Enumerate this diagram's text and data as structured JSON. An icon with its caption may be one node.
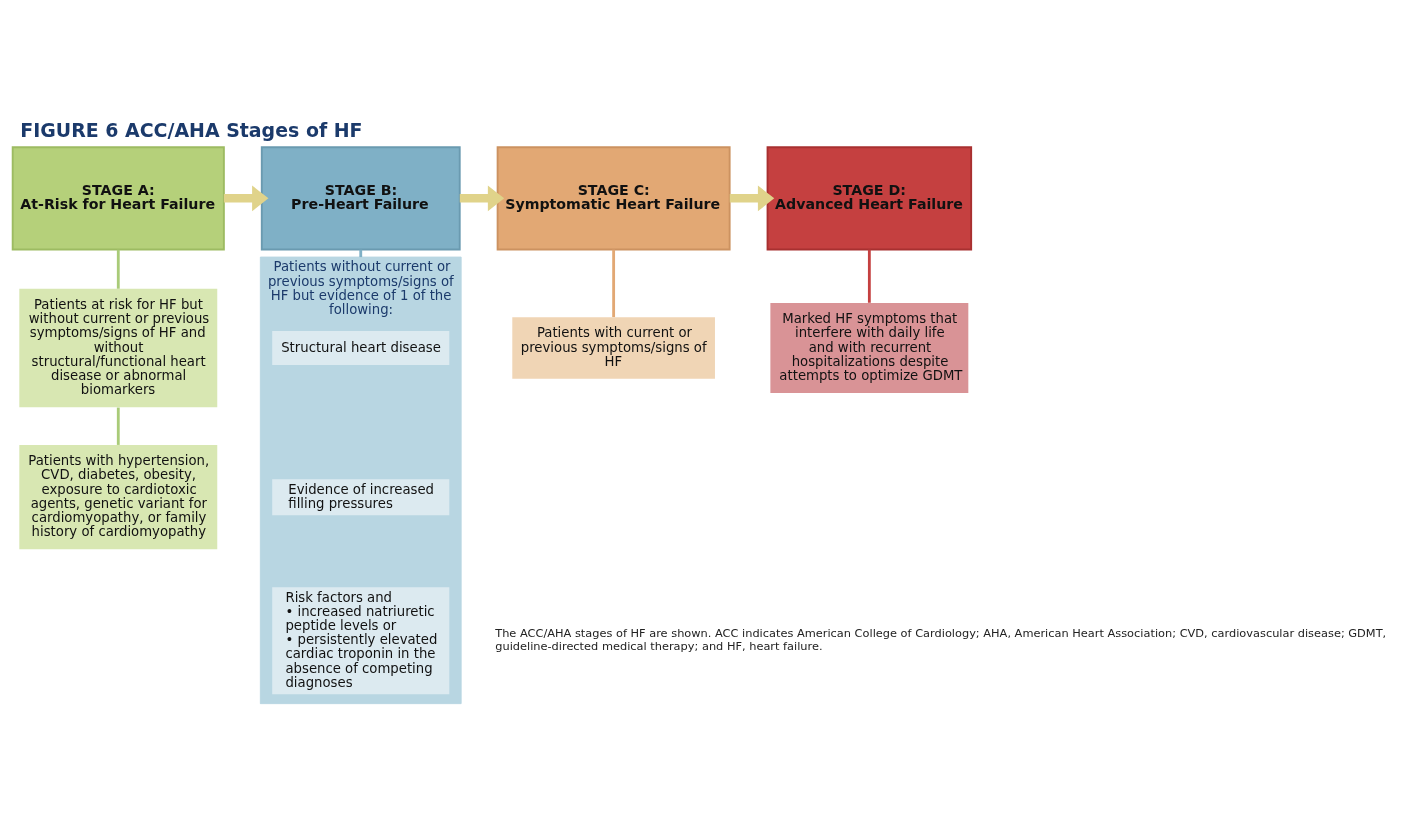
{
  "diagram": {
    "title": "FIGURE 6 ACC/AHA Stages of HF",
    "caption": "The ACC/AHA stages of HF are shown. ACC indicates American College of Cardiology; AHA, American Heart Association; CVD, cardiovascular disease; GDMT, guideline-directed medical therapy; and HF, heart failure.",
    "nodes": [
      {
        "text": [
          "STAGE A:",
          "At-Risk for Heart Failure"
        ]
      },
      {
        "text": [
          "Patients at risk for HF but without current or previous symptoms/signs of HF and without structural/functional heart disease or abnormal biomarkers"
        ]
      },
      {
        "text": [
          "Patients with hypertension, CVD, diabetes, obesity, exposure to cardiotoxic agents, genetic variant for cardiomyopathy, or family history of cardiomyopathy"
        ]
      },
      {
        "text": [
          "STAGE B:",
          "Pre-Heart Failure"
        ]
      },
      {
        "text": [
          "Patients without current or previous symptoms/signs of HF but evidence of 1 of the following:"
        ]
      },
      {
        "text": [
          "Structural heart disease"
        ],
        "in": 4
      },
      {
        "text": [
          "Evidence of increased filling pressures"
        ],
        "in": 4
      },
      {
        "text": [
          "Risk factors and • increased natriuretic peptide levels or • persistently elevated cardiac troponin in the absence of competing diagnoses"
        ],
        "in": 4
      },
      {
        "text": [
          "STAGE C:",
          "Symptomatic Heart Failure"
        ]
      },
      {
        "text": [
          "Patients with current or previous symptoms/signs of HF"
        ]
      },
      {
        "text": [
          "STAGE D:",
          "Advanced Heart Failure"
        ]
      },
      {
        "text": [
          "Marked HF symptoms that interfere with daily life and with recurrent hospitalizations despite attempts to optimize GDMT"
        ]
      }
    ],
    "edges": [
      {
        "from": 0,
        "to": 1,
        "arrow": "none",
        "color": "#a9cb78"
      },
      {
        "from": 1,
        "to": 2,
        "arrow": "none",
        "color": "#a9cb78"
      },
      {
        "from": 0,
        "to": 3,
        "arrow": "to",
        "style": "thick",
        "color": "#e0d38a"
      },
      {
        "from": 3,
        "to": 4,
        "arrow": "none",
        "color": "#7fb0c6"
      },
      {
        "from": 3,
        "to": 8,
        "arrow": "to",
        "style": "thick",
        "color": "#e0d38a"
      },
      {
        "from": 8,
        "to": 9,
        "arrow": "none",
        "color": "#e2a874"
      },
      {
        "from": 8,
        "to": 10,
        "arrow": "to",
        "style": "thick",
        "color": "#e0d38a"
      },
      {
        "from": 10,
        "to": 11,
        "arrow": "none",
        "color": "#c54040"
      }
    ]
  }
}
